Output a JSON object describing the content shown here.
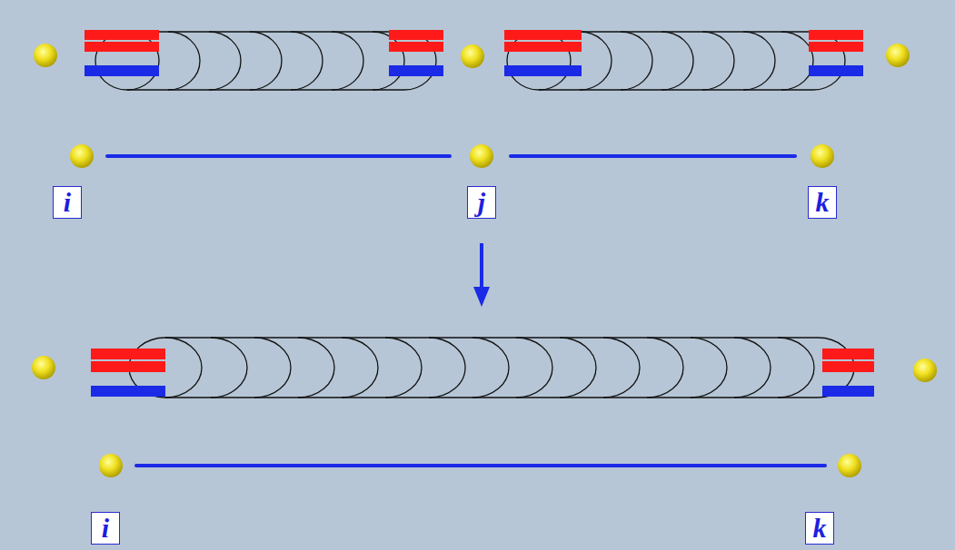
{
  "diagram": {
    "nodes": [
      {
        "text": [
          "i"
        ]
      },
      {
        "text": [
          "j"
        ]
      },
      {
        "text": [
          "k"
        ]
      },
      {
        "text": [
          "i"
        ]
      },
      {
        "text": [
          "k"
        ]
      }
    ]
  }
}
